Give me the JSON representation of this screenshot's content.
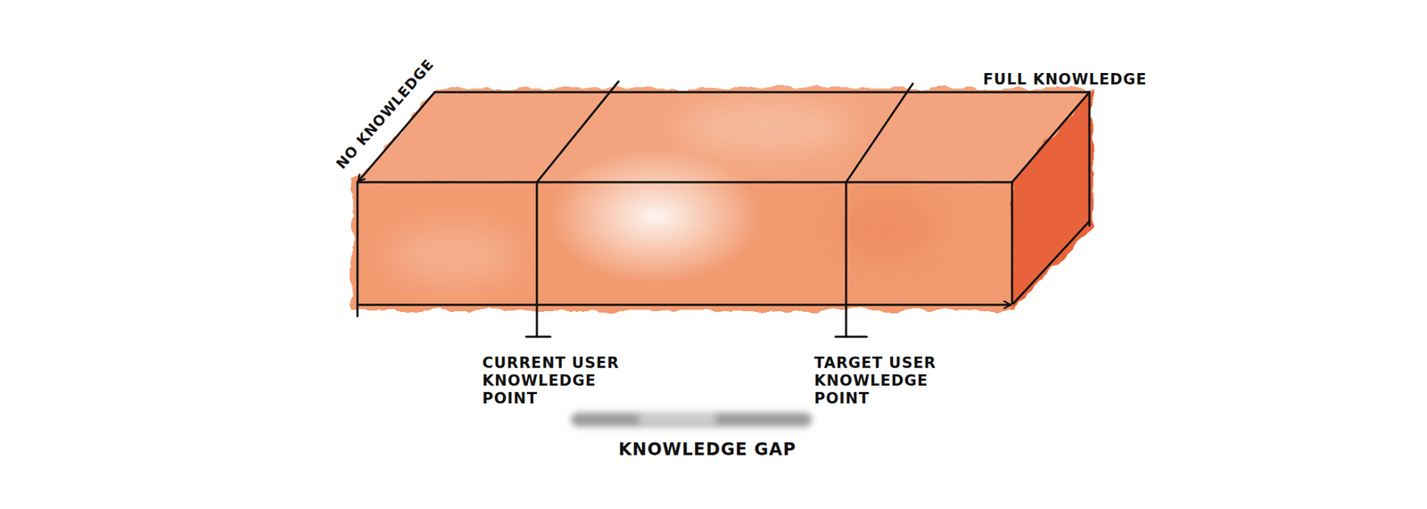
{
  "diagram": {
    "labels": [
      "NO KNOWLEDGE",
      "FULL KNOWLEDGE",
      "CURRENT USER KNOWLEDGE POINT",
      "TARGET USER KNOWLEDGE POINT",
      "KNOWLEDGE GAP"
    ]
  }
}
